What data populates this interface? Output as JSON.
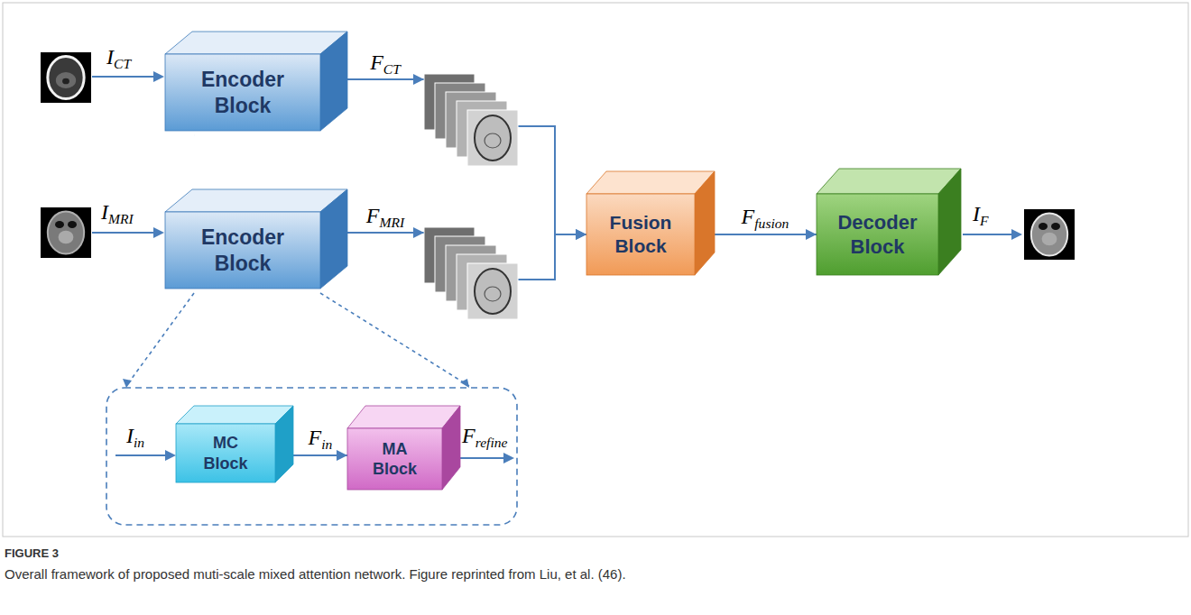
{
  "diagram": {
    "caption": "Overall framework of proposed muti-scale mixed attention network. Figure reprinted from Liu, et al. (46).",
    "nodes": [
      {
        "text": [
          "Encoder Block"
        ]
      },
      {
        "text": [
          "Encoder Block"
        ]
      },
      {
        "text": [
          "Fusion Block"
        ]
      },
      {
        "text": [
          "Decoder Block"
        ]
      },
      {
        "text": [
          "MC Block"
        ]
      },
      {
        "text": [
          "MA Block"
        ]
      }
    ],
    "edges": [
      {
        "from": 0,
        "to": 2,
        "label": "FCT",
        "arrow": "to"
      },
      {
        "from": 1,
        "to": 2,
        "label": "FMRI",
        "arrow": "to"
      },
      {
        "from": 2,
        "to": 3,
        "label": "Ffusion",
        "arrow": "to"
      },
      {
        "from": 4,
        "to": 5,
        "label": "Fin",
        "arrow": "to"
      }
    ],
    "labels": [
      "ICT",
      "IMRI",
      "IF",
      "Iin",
      "Frefine",
      "FIGURE 3"
    ]
  }
}
